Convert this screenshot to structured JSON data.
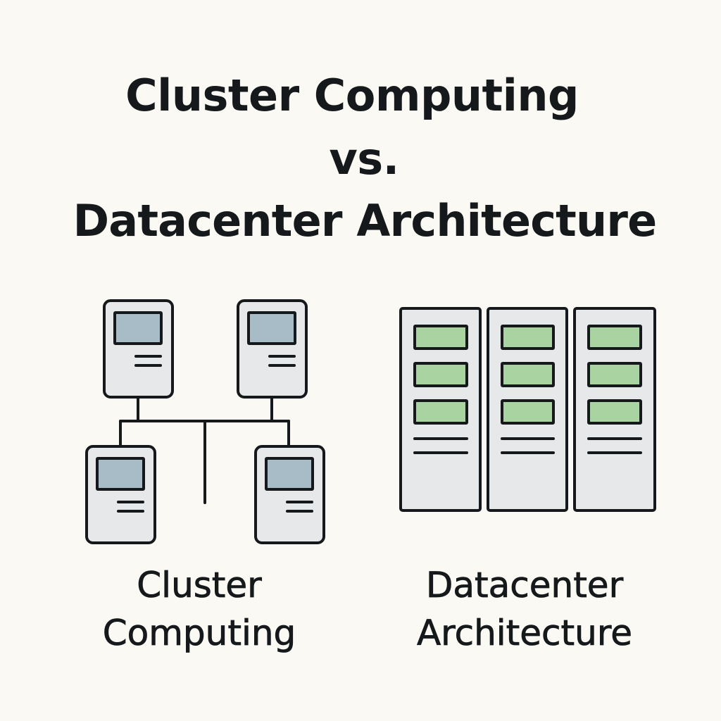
{
  "title": {
    "line1": "Cluster Computing",
    "line2": "vs.",
    "line3": "Datacenter Architecture"
  },
  "cluster": {
    "caption_line1": "Cluster",
    "caption_line2": "Computing",
    "node_count": 4
  },
  "datacenter": {
    "caption_line1": "Datacenter",
    "caption_line2": "Architecture",
    "rack_count": 3,
    "modules_per_rack": 3
  },
  "colors": {
    "background": "#faf9f3",
    "outline": "#15191b",
    "node_body": "#e6e8e9",
    "node_screen": "#a8bcc8",
    "rack_body": "#e6e8e9",
    "rack_module": "#a9d3a0"
  }
}
